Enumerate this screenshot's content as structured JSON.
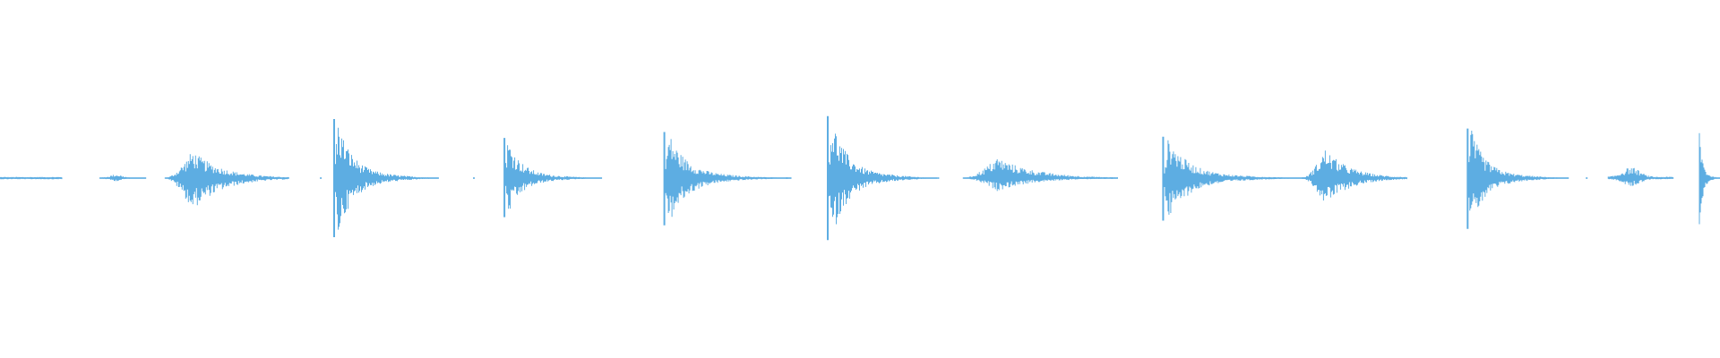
{
  "waveform": {
    "color": "#5DADE2",
    "background": "#ffffff",
    "duration_fraction_scale": 1.0,
    "events": [
      {
        "start": 0.0,
        "end": 0.036,
        "amp_up": 0.035,
        "amp_down": 0.035,
        "shape": "flat"
      },
      {
        "start": 0.058,
        "end": 0.085,
        "amp_up": 0.055,
        "amp_down": 0.045,
        "shape": "blip"
      },
      {
        "start": 0.096,
        "end": 0.168,
        "amp_up": 0.47,
        "amp_down": 0.55,
        "shape": "swell"
      },
      {
        "start": 0.194,
        "end": 0.255,
        "amp_up": 1.0,
        "amp_down": 1.0,
        "shape": "spike"
      },
      {
        "start": 0.293,
        "end": 0.35,
        "amp_up": 0.68,
        "amp_down": 0.66,
        "shape": "spike"
      },
      {
        "start": 0.386,
        "end": 0.46,
        "amp_up": 0.78,
        "amp_down": 0.8,
        "shape": "spike"
      },
      {
        "start": 0.481,
        "end": 0.545,
        "amp_up": 1.05,
        "amp_down": 1.05,
        "shape": "spike"
      },
      {
        "start": 0.56,
        "end": 0.65,
        "amp_up": 0.36,
        "amp_down": 0.22,
        "shape": "swell"
      },
      {
        "start": 0.676,
        "end": 0.76,
        "amp_up": 0.7,
        "amp_down": 0.72,
        "shape": "spike"
      },
      {
        "start": 0.757,
        "end": 0.818,
        "amp_up": 0.5,
        "amp_down": 0.46,
        "shape": "swell"
      },
      {
        "start": 0.853,
        "end": 0.912,
        "amp_up": 0.84,
        "amp_down": 0.86,
        "shape": "spike"
      },
      {
        "start": 0.935,
        "end": 0.973,
        "amp_up": 0.16,
        "amp_down": 0.12,
        "shape": "blip"
      },
      {
        "start": 0.988,
        "end": 1.0,
        "amp_up": 0.76,
        "amp_down": 0.78,
        "shape": "spike"
      }
    ],
    "specks": [
      0.068,
      0.161,
      0.186,
      0.275,
      0.331,
      0.448,
      0.457,
      0.545,
      0.631,
      0.642,
      0.646,
      0.721,
      0.898,
      0.922
    ]
  }
}
